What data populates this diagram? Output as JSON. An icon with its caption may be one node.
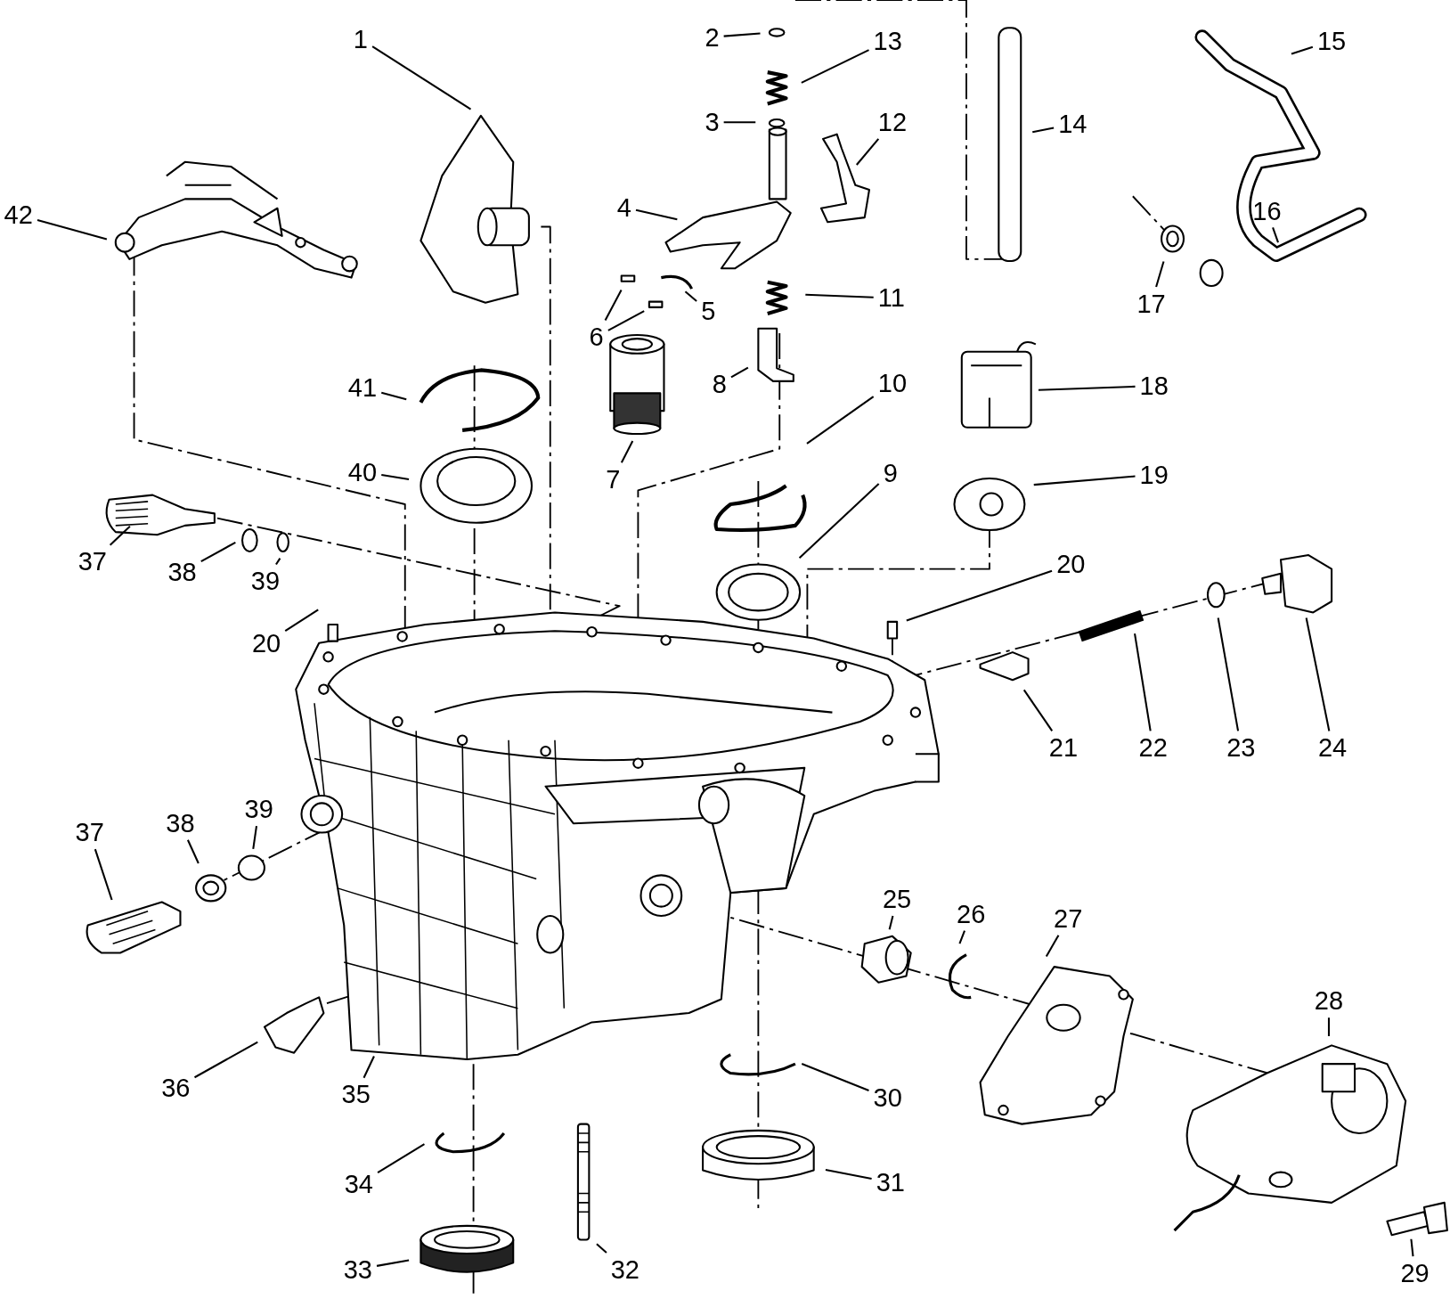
{
  "diagram": {
    "nodes": [
      {
        "text": [
          "1"
        ]
      },
      {
        "text": [
          "2"
        ]
      },
      {
        "text": [
          "13"
        ]
      },
      {
        "text": [
          "15"
        ]
      },
      {
        "text": [
          "3"
        ]
      },
      {
        "text": [
          "12"
        ]
      },
      {
        "text": [
          "14"
        ]
      },
      {
        "text": [
          "42"
        ]
      },
      {
        "text": [
          "4"
        ]
      },
      {
        "text": [
          "16"
        ]
      },
      {
        "text": [
          "11"
        ]
      },
      {
        "text": [
          "5"
        ]
      },
      {
        "text": [
          "17"
        ]
      },
      {
        "text": [
          "6"
        ]
      },
      {
        "text": [
          "41"
        ]
      },
      {
        "text": [
          "8"
        ]
      },
      {
        "text": [
          "18"
        ]
      },
      {
        "text": [
          "10"
        ]
      },
      {
        "text": [
          "40"
        ]
      },
      {
        "text": [
          "9"
        ]
      },
      {
        "text": [
          "19"
        ]
      },
      {
        "text": [
          "7"
        ]
      },
      {
        "text": [
          "37"
        ]
      },
      {
        "text": [
          "38"
        ]
      },
      {
        "text": [
          "39"
        ]
      },
      {
        "text": [
          "20"
        ]
      },
      {
        "text": [
          "20"
        ]
      },
      {
        "text": [
          "21"
        ]
      },
      {
        "text": [
          "22"
        ]
      },
      {
        "text": [
          "23"
        ]
      },
      {
        "text": [
          "24"
        ]
      },
      {
        "text": [
          "39"
        ]
      },
      {
        "text": [
          "38"
        ]
      },
      {
        "text": [
          "37"
        ]
      },
      {
        "text": [
          "25"
        ]
      },
      {
        "text": [
          "26"
        ]
      },
      {
        "text": [
          "27"
        ]
      },
      {
        "text": [
          "28"
        ]
      },
      {
        "text": [
          "36"
        ]
      },
      {
        "text": [
          "35"
        ]
      },
      {
        "text": [
          "30"
        ]
      },
      {
        "text": [
          "34"
        ]
      },
      {
        "text": [
          "31"
        ]
      },
      {
        "text": [
          "33"
        ]
      },
      {
        "text": [
          "32"
        ]
      },
      {
        "text": [
          "29"
        ]
      }
    ],
    "edges": [
      {
        "from": 0,
        "to": null,
        "arrow": "none"
      },
      {
        "from": 1,
        "to": null,
        "arrow": "none"
      },
      {
        "from": 2,
        "to": null,
        "arrow": "none"
      },
      {
        "from": 3,
        "to": null,
        "arrow": "none"
      },
      {
        "from": 4,
        "to": null,
        "arrow": "none"
      },
      {
        "from": 5,
        "to": null,
        "arrow": "none"
      },
      {
        "from": 6,
        "to": null,
        "arrow": "none"
      },
      {
        "from": 7,
        "to": null,
        "arrow": "none"
      },
      {
        "from": 8,
        "to": null,
        "arrow": "none"
      },
      {
        "from": 9,
        "to": null,
        "arrow": "none"
      },
      {
        "from": 10,
        "to": null,
        "arrow": "none"
      },
      {
        "from": 11,
        "to": null,
        "arrow": "none"
      },
      {
        "from": 12,
        "to": null,
        "arrow": "none"
      },
      {
        "from": 13,
        "to": null,
        "arrow": "none"
      },
      {
        "from": 13,
        "to": null,
        "arrow": "none"
      },
      {
        "from": 14,
        "to": null,
        "arrow": "none"
      },
      {
        "from": 15,
        "to": null,
        "arrow": "none"
      },
      {
        "from": 16,
        "to": null,
        "arrow": "none"
      },
      {
        "from": 17,
        "to": null,
        "arrow": "none"
      },
      {
        "from": 18,
        "to": null,
        "arrow": "none"
      },
      {
        "from": 19,
        "to": null,
        "arrow": "none"
      },
      {
        "from": 20,
        "to": null,
        "arrow": "none"
      },
      {
        "from": 21,
        "to": null,
        "arrow": "none"
      },
      {
        "from": 22,
        "to": null,
        "arrow": "none"
      },
      {
        "from": 23,
        "to": null,
        "arrow": "none"
      },
      {
        "from": 24,
        "to": null,
        "arrow": "none"
      },
      {
        "from": 25,
        "to": null,
        "arrow": "none"
      },
      {
        "from": 26,
        "to": null,
        "arrow": "none"
      },
      {
        "from": 27,
        "to": null,
        "arrow": "none"
      },
      {
        "from": 28,
        "to": null,
        "arrow": "none"
      },
      {
        "from": 29,
        "to": null,
        "arrow": "none"
      },
      {
        "from": 30,
        "to": null,
        "arrow": "none"
      },
      {
        "from": 31,
        "to": null,
        "arrow": "none"
      },
      {
        "from": 32,
        "to": null,
        "arrow": "none"
      },
      {
        "from": 33,
        "to": null,
        "arrow": "none"
      },
      {
        "from": 34,
        "to": null,
        "arrow": "none"
      },
      {
        "from": 35,
        "to": null,
        "arrow": "none"
      },
      {
        "from": 36,
        "to": null,
        "arrow": "none"
      },
      {
        "from": 37,
        "to": null,
        "arrow": "none"
      },
      {
        "from": 38,
        "to": null,
        "arrow": "none"
      },
      {
        "from": 39,
        "to": null,
        "arrow": "none"
      },
      {
        "from": 40,
        "to": null,
        "arrow": "none"
      },
      {
        "from": 41,
        "to": null,
        "arrow": "none"
      },
      {
        "from": 42,
        "to": null,
        "arrow": "none"
      },
      {
        "from": 43,
        "to": null,
        "arrow": "none"
      },
      {
        "from": 44,
        "to": null,
        "arrow": "none"
      },
      {
        "from": 45,
        "to": null,
        "arrow": "none"
      }
    ]
  }
}
